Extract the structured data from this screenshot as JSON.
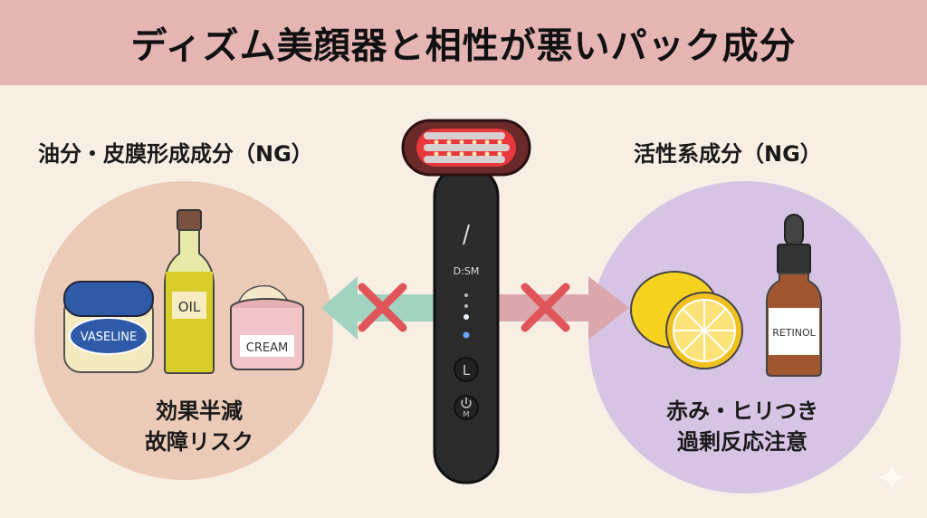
{
  "header": {
    "title": "ディズム美顔器と相性が悪いパック成分"
  },
  "left_section": {
    "label": "油分・皮膜形成成分（NG）",
    "items": [
      {
        "name": "vaseline-jar",
        "label": "VASELINE"
      },
      {
        "name": "oil-bottle",
        "label": "OIL"
      },
      {
        "name": "cream-jar",
        "label": "CREAM"
      }
    ],
    "caption_line1": "効果半減",
    "caption_line2": "故障リスク",
    "circle_color": "#ebcbb8",
    "arrow_color": "#9fd0bd"
  },
  "right_section": {
    "label": "活性系成分（NG）",
    "items": [
      {
        "name": "lemon",
        "label": ""
      },
      {
        "name": "retinol-bottle",
        "label": "RETINOL"
      }
    ],
    "caption_line1": "赤み・ヒリつき",
    "caption_line2": "過剰反応注意",
    "circle_color": "#d7c4e4",
    "arrow_color": "#d9a2a8"
  },
  "device": {
    "brand": "D:SM",
    "button_l": "L",
    "button_m": "M",
    "led_color": "#e8383d",
    "indicator_color": "#6aa8ff"
  },
  "colors": {
    "header_bg": "#e4b5b3",
    "page_bg": "#f8efe4",
    "cross_color": "#e0555a"
  }
}
